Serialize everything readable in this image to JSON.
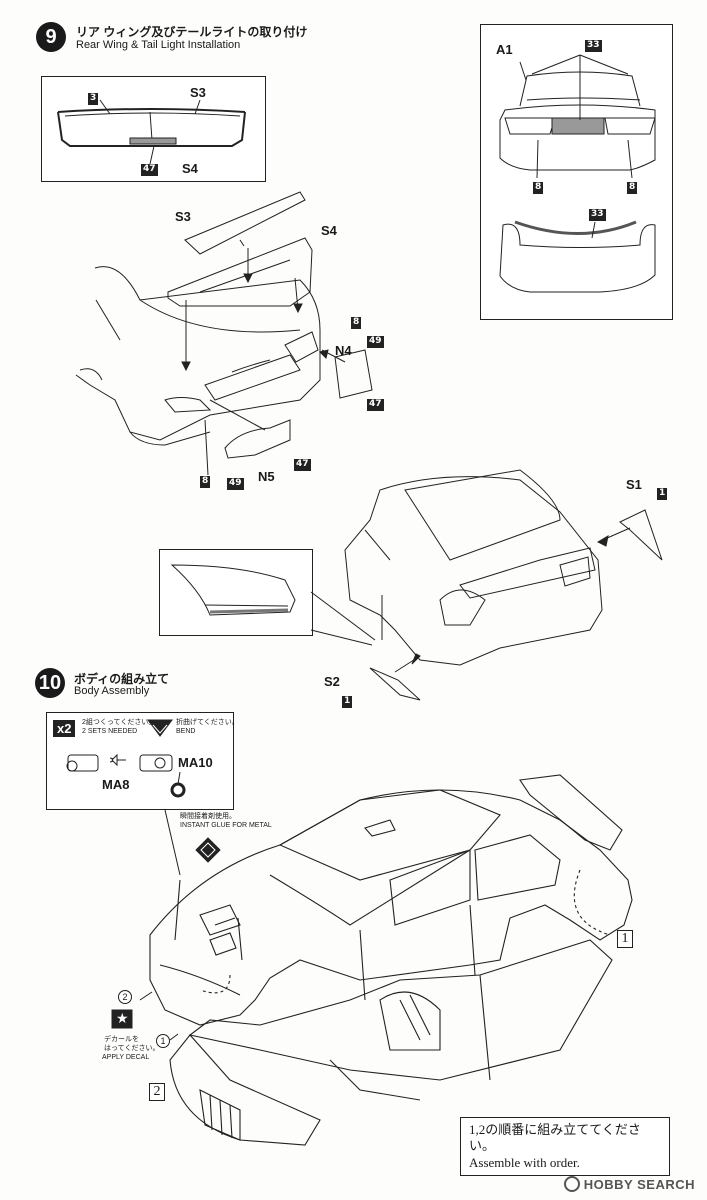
{
  "step9": {
    "number": "9",
    "title_jp": "リア ウィング及びテールライトの取り付け",
    "title_en": "Rear Wing & Tail Light Installation",
    "inset_wing": {
      "part_3": "3",
      "s3": "S3",
      "s4": "S4",
      "part_47": "47"
    },
    "inset_rear": {
      "a1": "A1",
      "part_33_top": "33",
      "part_8_left": "8",
      "part_8_right": "8",
      "part_33_bottom": "33"
    },
    "main": {
      "s3": "S3",
      "s4": "S4",
      "part_8_top": "8",
      "n4": "N4",
      "part_49_right": "49",
      "part_47_right": "47",
      "part_8_bottom": "8",
      "part_49_bottom": "49",
      "n5": "N5",
      "part_47_bottom": "47"
    },
    "flares": {
      "s1": "S1",
      "part_1_top": "1",
      "s2": "S2",
      "part_1_bottom": "1"
    }
  },
  "step10": {
    "number": "10",
    "title_jp": "ボディの組み立て",
    "title_en": "Body Assembly",
    "inset": {
      "x2": "x2",
      "x2_jp": "2組つくってください。",
      "x2_en": "2 SETS NEEDED",
      "bend_jp": "折曲げてください。",
      "bend_en": "BEND",
      "ma10": "MA10",
      "ma8": "MA8"
    },
    "glue_jp": "瞬間接着剤使用。",
    "glue_en": "INSTANT GLUE FOR METAL",
    "decal_jp1": "デカールを",
    "decal_jp2": "はってください。",
    "decal_en": "APPLY DECAL",
    "circle_2": "2",
    "circle_1": "1",
    "order_1": "1",
    "order_2": "2",
    "note_jp": "1,2の順番に組み立ててください。",
    "note_en": "Assemble with order."
  },
  "watermark": "HOBBY SEARCH"
}
